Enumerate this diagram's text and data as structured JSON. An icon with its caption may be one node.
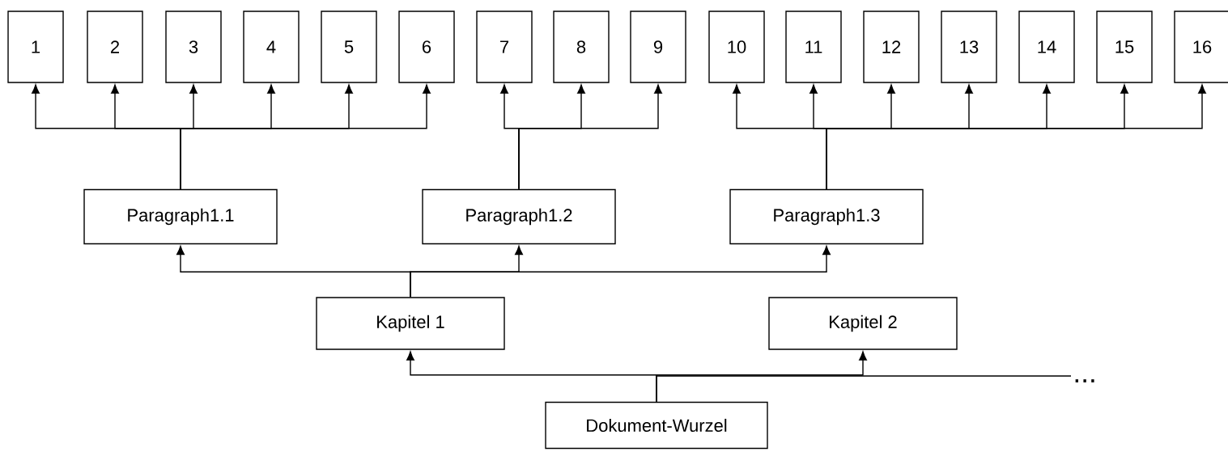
{
  "diagram": {
    "nodes": [
      {
        "text": [
          "1"
        ]
      },
      {
        "text": [
          "2"
        ]
      },
      {
        "text": [
          "3"
        ]
      },
      {
        "text": [
          "4"
        ]
      },
      {
        "text": [
          "5"
        ]
      },
      {
        "text": [
          "6"
        ]
      },
      {
        "text": [
          "7"
        ]
      },
      {
        "text": [
          "8"
        ]
      },
      {
        "text": [
          "9"
        ]
      },
      {
        "text": [
          "10"
        ]
      },
      {
        "text": [
          "11"
        ]
      },
      {
        "text": [
          "12"
        ]
      },
      {
        "text": [
          "13"
        ]
      },
      {
        "text": [
          "14"
        ]
      },
      {
        "text": [
          "15"
        ]
      },
      {
        "text": [
          "16"
        ]
      },
      {
        "text": [
          "Paragraph1.1"
        ]
      },
      {
        "text": [
          "Paragraph1.2"
        ]
      },
      {
        "text": [
          "Paragraph1.3"
        ]
      },
      {
        "text": [
          "Kapitel 1"
        ]
      },
      {
        "text": [
          "Kapitel 2"
        ]
      },
      {
        "text": [
          "..."
        ]
      },
      {
        "text": [
          "Dokument-Wurzel"
        ]
      }
    ],
    "edges": [
      {
        "from": 16,
        "to": 0,
        "arrow": "to"
      },
      {
        "from": 16,
        "to": 1,
        "arrow": "to"
      },
      {
        "from": 16,
        "to": 2,
        "arrow": "to"
      },
      {
        "from": 16,
        "to": 3,
        "arrow": "to"
      },
      {
        "from": 16,
        "to": 4,
        "arrow": "to"
      },
      {
        "from": 16,
        "to": 5,
        "arrow": "to"
      },
      {
        "from": 17,
        "to": 6,
        "arrow": "to"
      },
      {
        "from": 17,
        "to": 7,
        "arrow": "to"
      },
      {
        "from": 17,
        "to": 8,
        "arrow": "to"
      },
      {
        "from": 18,
        "to": 9,
        "arrow": "to"
      },
      {
        "from": 18,
        "to": 10,
        "arrow": "to"
      },
      {
        "from": 18,
        "to": 11,
        "arrow": "to"
      },
      {
        "from": 18,
        "to": 12,
        "arrow": "to"
      },
      {
        "from": 18,
        "to": 13,
        "arrow": "to"
      },
      {
        "from": 18,
        "to": 14,
        "arrow": "to"
      },
      {
        "from": 18,
        "to": 15,
        "arrow": "to"
      },
      {
        "from": 19,
        "to": 16,
        "arrow": "to"
      },
      {
        "from": 19,
        "to": 17,
        "arrow": "to"
      },
      {
        "from": 19,
        "to": 18,
        "arrow": "to"
      },
      {
        "from": 22,
        "to": 19,
        "arrow": "to"
      },
      {
        "from": 22,
        "to": 20,
        "arrow": "to"
      },
      {
        "from": 22,
        "to": 21,
        "arrow": "none"
      }
    ]
  }
}
